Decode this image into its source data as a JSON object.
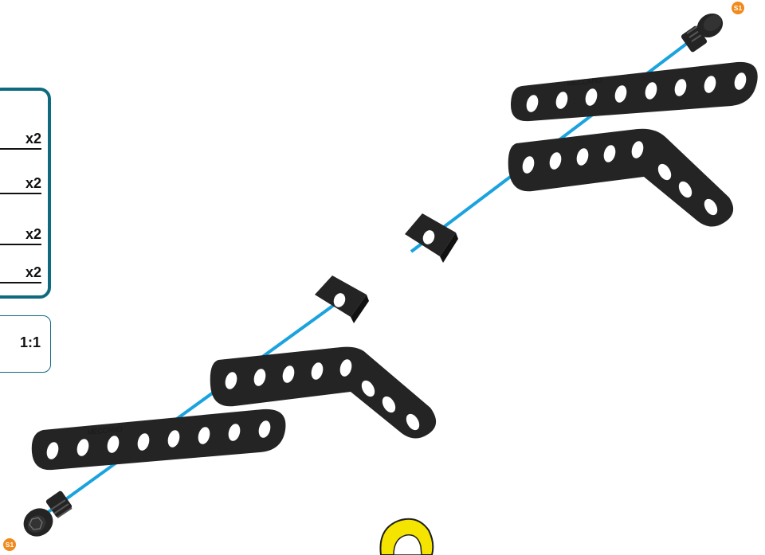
{
  "parts_list": {
    "quantities": [
      "x2",
      "x2",
      "x2",
      "x2"
    ]
  },
  "scale": {
    "label": "1:1"
  },
  "step_badges": {
    "top": "S1",
    "bottom": "S1"
  },
  "brand_text": "MECCANO",
  "colors": {
    "part_color": "#242424",
    "hole_color": "#ffffff",
    "guide_line": "#1aa3de",
    "panel_border": "#0e6a7e",
    "badge": "#f08a1c",
    "washer": "#f5e400"
  },
  "icons": [
    "screw-icon",
    "square-nut-icon",
    "washer-icon"
  ]
}
